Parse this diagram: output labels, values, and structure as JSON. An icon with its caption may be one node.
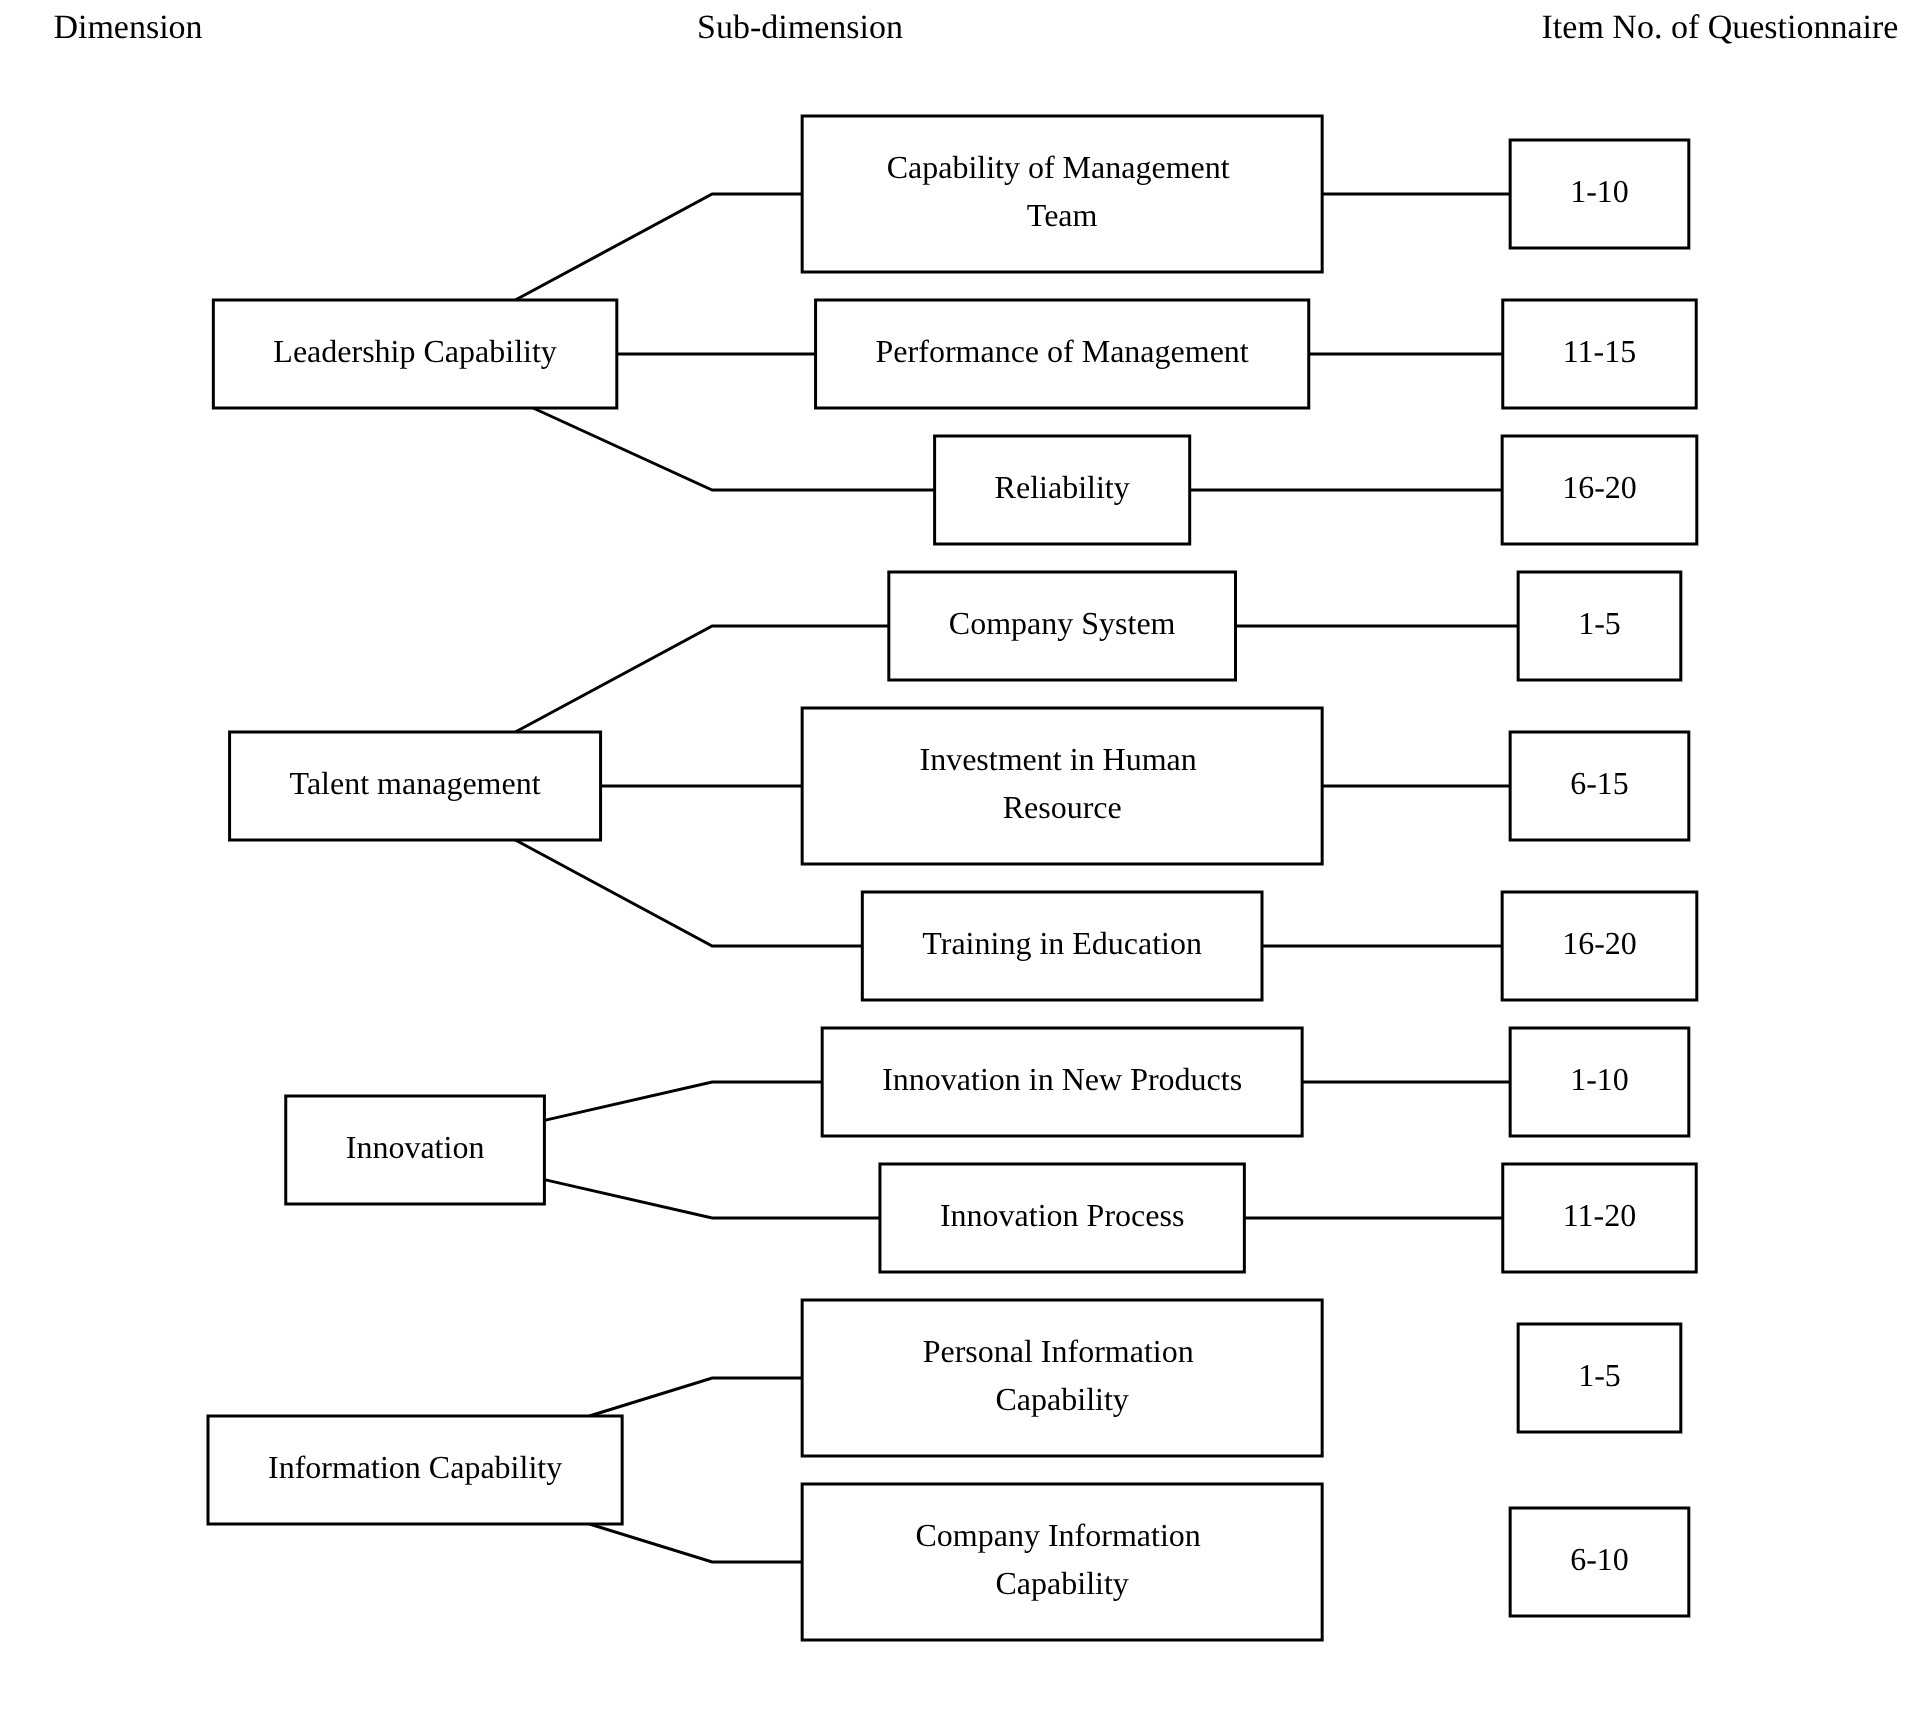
{
  "diagram": {
    "nodes": [
      {
        "text": [
          "Leadership Capability"
        ]
      },
      {
        "text": [
          "Capability of Management Team"
        ]
      },
      {
        "text": [
          "1-10"
        ]
      },
      {
        "text": [
          "Performance of Management"
        ]
      },
      {
        "text": [
          "11-15"
        ]
      },
      {
        "text": [
          "Reliability"
        ]
      },
      {
        "text": [
          "16-20"
        ]
      },
      {
        "text": [
          "Talent management"
        ]
      },
      {
        "text": [
          "Company System"
        ]
      },
      {
        "text": [
          "1-5"
        ]
      },
      {
        "text": [
          "Investment in Human Resource"
        ]
      },
      {
        "text": [
          "6-15"
        ]
      },
      {
        "text": [
          "Training in Education"
        ]
      },
      {
        "text": [
          "16-20"
        ]
      },
      {
        "text": [
          "Innovation"
        ]
      },
      {
        "text": [
          "Innovation in New Products"
        ]
      },
      {
        "text": [
          "1-10"
        ]
      },
      {
        "text": [
          "Innovation Process"
        ]
      },
      {
        "text": [
          "11-20"
        ]
      },
      {
        "text": [
          "Information Capability"
        ]
      },
      {
        "text": [
          "Personal Information Capability"
        ]
      },
      {
        "text": [
          "1-5"
        ]
      },
      {
        "text": [
          "Company Information Capability"
        ]
      },
      {
        "text": [
          "6-10"
        ]
      }
    ],
    "edges": [
      {
        "from": 0,
        "to": 1,
        "arrow": "none"
      },
      {
        "from": 0,
        "to": 3,
        "arrow": "none"
      },
      {
        "from": 0,
        "to": 5,
        "arrow": "none"
      },
      {
        "from": 1,
        "to": 2,
        "arrow": "none"
      },
      {
        "from": 3,
        "to": 4,
        "arrow": "none"
      },
      {
        "from": 5,
        "to": 6,
        "arrow": "none"
      },
      {
        "from": 7,
        "to": 8,
        "arrow": "none"
      },
      {
        "from": 7,
        "to": 10,
        "arrow": "none"
      },
      {
        "from": 7,
        "to": 12,
        "arrow": "none"
      },
      {
        "from": 8,
        "to": 9,
        "arrow": "none"
      },
      {
        "from": 10,
        "to": 11,
        "arrow": "none"
      },
      {
        "from": 12,
        "to": 13,
        "arrow": "none"
      },
      {
        "from": 14,
        "to": 15,
        "arrow": "none"
      },
      {
        "from": 14,
        "to": 17,
        "arrow": "none"
      },
      {
        "from": 15,
        "to": 16,
        "arrow": "none"
      },
      {
        "from": 17,
        "to": 18,
        "arrow": "none"
      },
      {
        "from": 19,
        "to": 20,
        "arrow": "none"
      },
      {
        "from": 19,
        "to": 22,
        "arrow": "none"
      }
    ],
    "labels": [
      "Dimension",
      "Sub-dimension",
      "Item No. of Questionnaire"
    ]
  }
}
